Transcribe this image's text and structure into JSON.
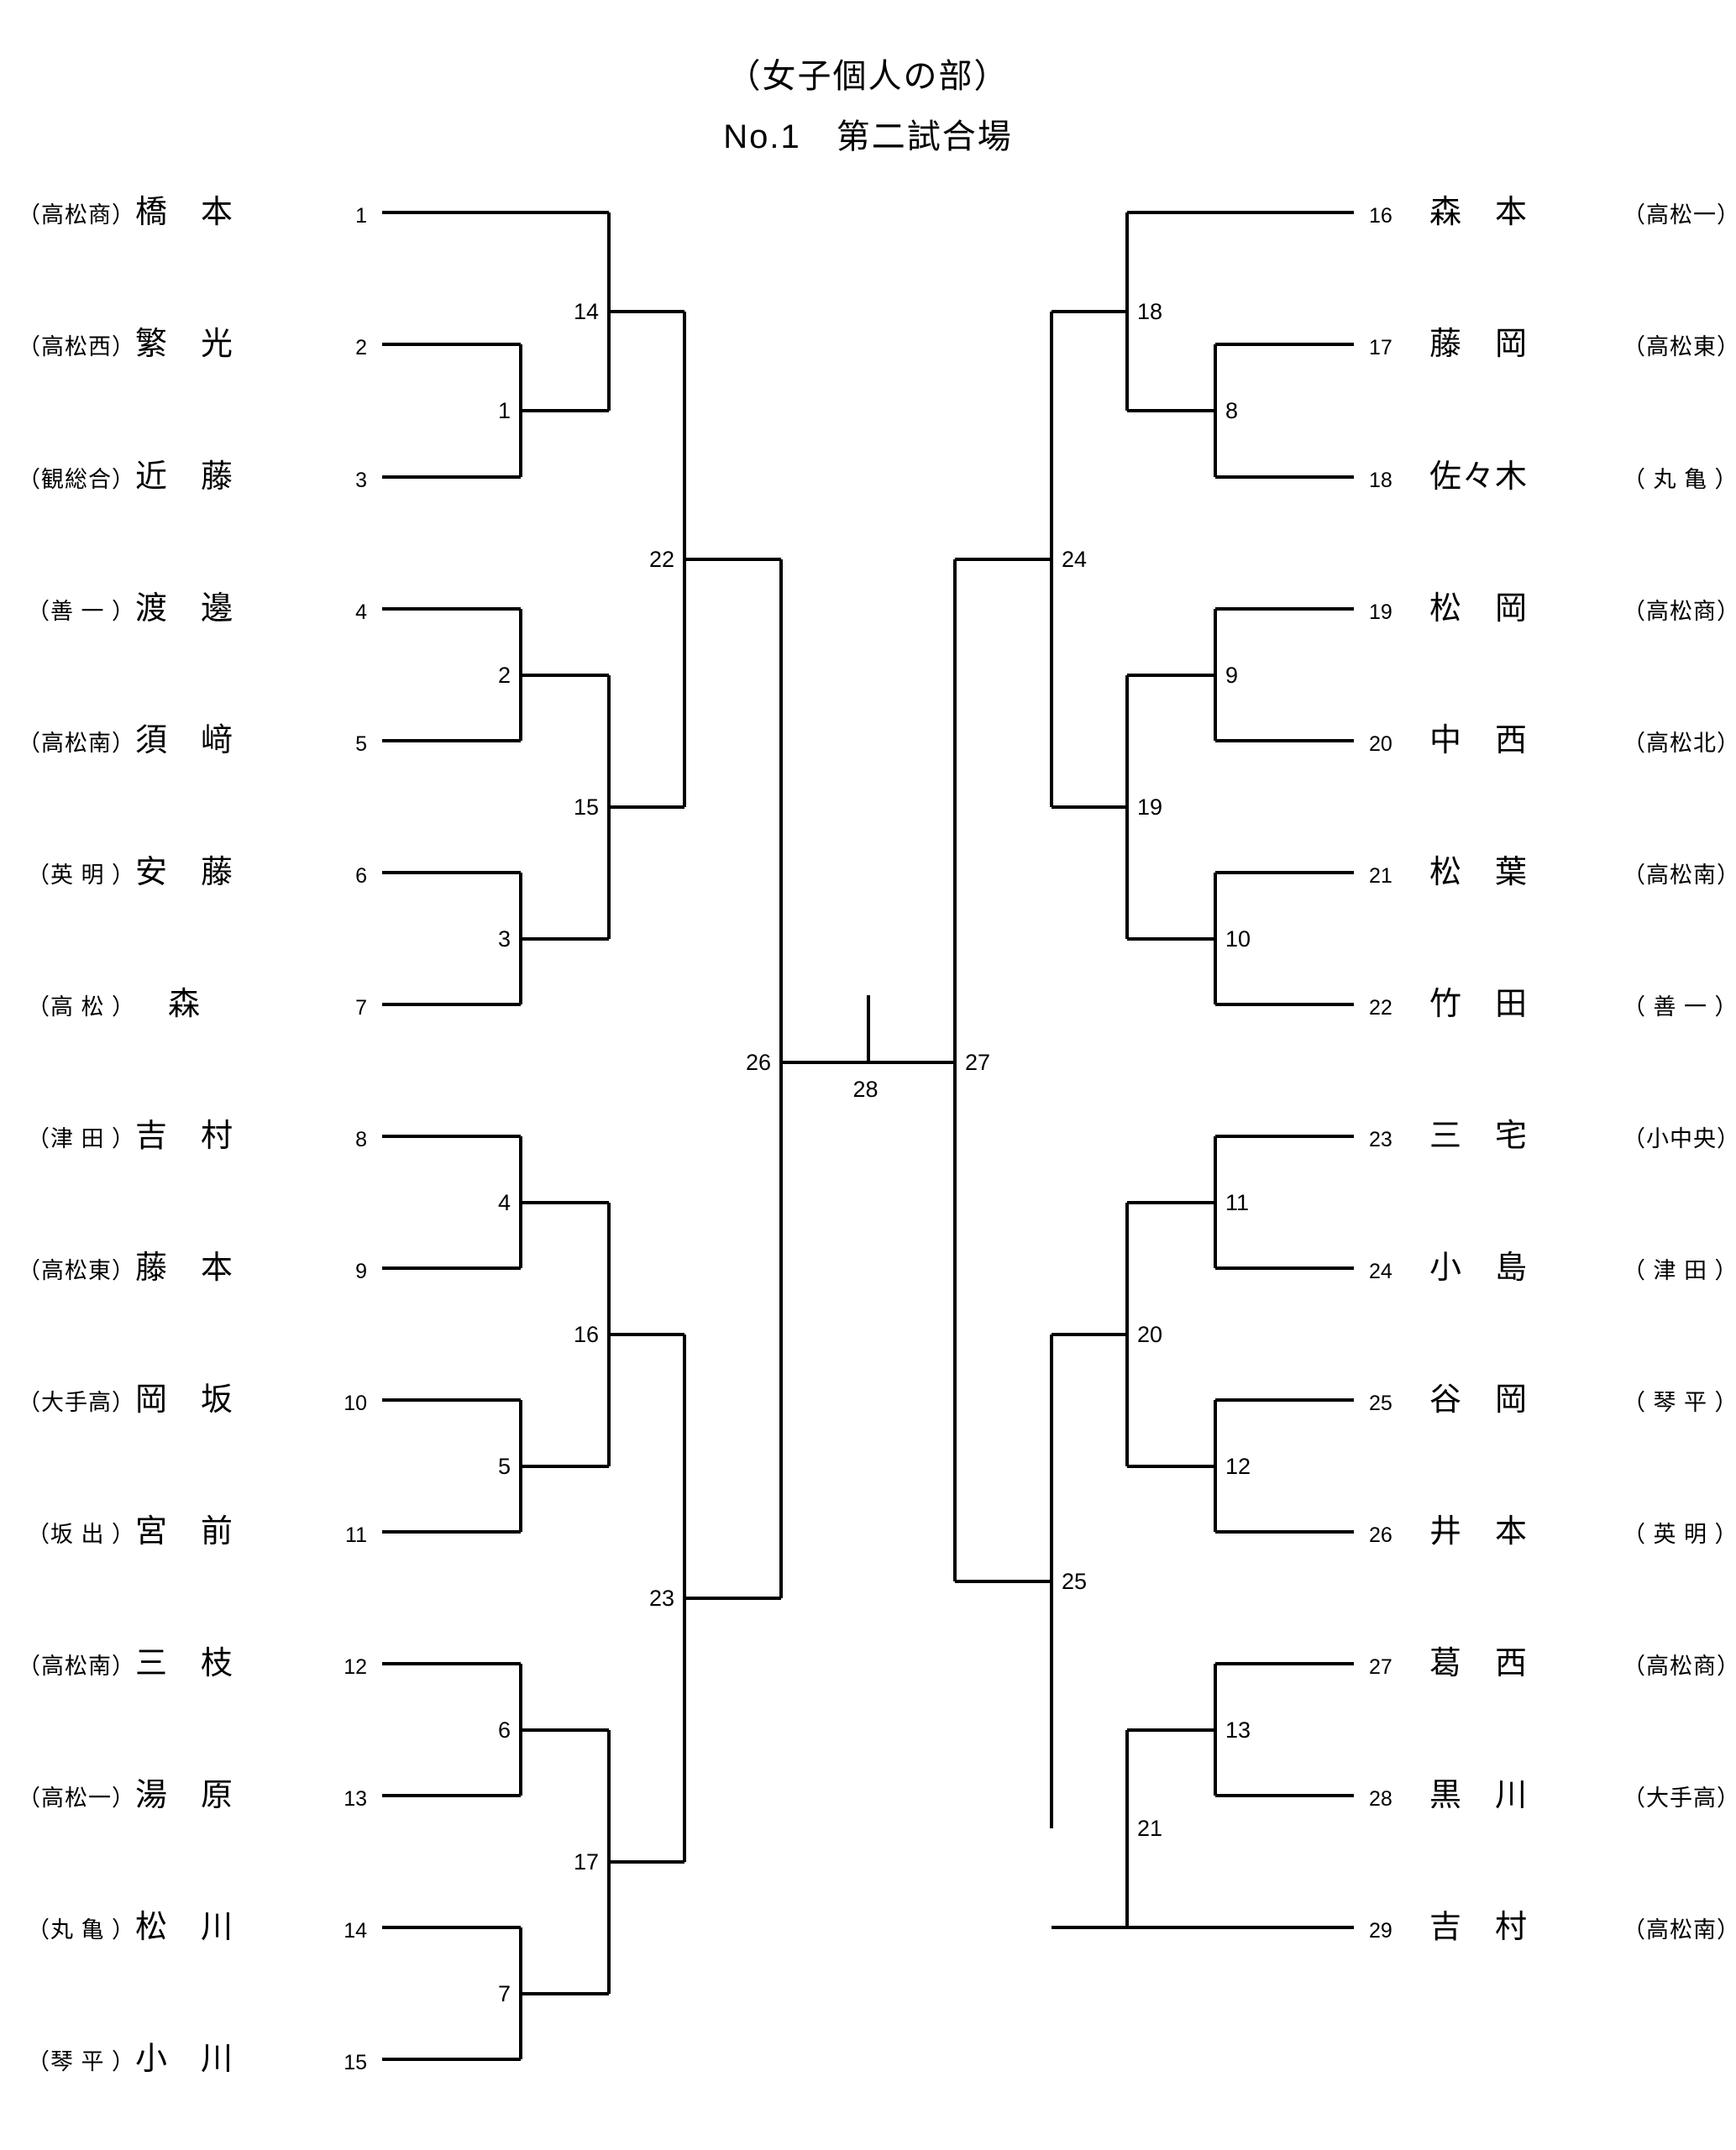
{
  "title": {
    "line1": "（女子個人の部）",
    "line2": "No.1　第二試合場"
  },
  "bracket": {
    "left_entries": [
      {
        "no": "1",
        "affiliation": "（高松商）",
        "name": "橋　本"
      },
      {
        "no": "2",
        "affiliation": "（高松西）",
        "name": "繁　光"
      },
      {
        "no": "3",
        "affiliation": "（観総合）",
        "name": "近　藤"
      },
      {
        "no": "4",
        "affiliation": "（善 一 ）",
        "name": "渡　邊"
      },
      {
        "no": "5",
        "affiliation": "（高松南）",
        "name": "須　﨑"
      },
      {
        "no": "6",
        "affiliation": "（英 明 ）",
        "name": "安　藤"
      },
      {
        "no": "7",
        "affiliation": "（高 松 ）",
        "name": "　森"
      },
      {
        "no": "8",
        "affiliation": "（津 田 ）",
        "name": "吉　村"
      },
      {
        "no": "9",
        "affiliation": "（高松東）",
        "name": "藤　本"
      },
      {
        "no": "10",
        "affiliation": "（大手高）",
        "name": "岡　坂"
      },
      {
        "no": "11",
        "affiliation": "（坂 出 ）",
        "name": "宮　前"
      },
      {
        "no": "12",
        "affiliation": "（高松南）",
        "name": "三　枝"
      },
      {
        "no": "13",
        "affiliation": "（高松一）",
        "name": "湯　原"
      },
      {
        "no": "14",
        "affiliation": "（丸 亀 ）",
        "name": "松　川"
      },
      {
        "no": "15",
        "affiliation": "（琴 平 ）",
        "name": "小　川"
      }
    ],
    "right_entries": [
      {
        "no": "16",
        "name": "森　本",
        "affiliation": "（高松一）"
      },
      {
        "no": "17",
        "name": "藤　岡",
        "affiliation": "（高松東）"
      },
      {
        "no": "18",
        "name": "佐々木",
        "affiliation": "（ 丸 亀 ）"
      },
      {
        "no": "19",
        "name": "松　岡",
        "affiliation": "（高松商）"
      },
      {
        "no": "20",
        "name": "中　西",
        "affiliation": "（高松北）"
      },
      {
        "no": "21",
        "name": "松　葉",
        "affiliation": "（高松南）"
      },
      {
        "no": "22",
        "name": "竹　田",
        "affiliation": "（ 善 一 ）"
      },
      {
        "no": "23",
        "name": "三　宅",
        "affiliation": "（小中央）"
      },
      {
        "no": "24",
        "name": "小　島",
        "affiliation": "（ 津 田 ）"
      },
      {
        "no": "25",
        "name": "谷　岡",
        "affiliation": "（ 琴 平 ）"
      },
      {
        "no": "26",
        "name": "井　本",
        "affiliation": "（ 英 明 ）"
      },
      {
        "no": "27",
        "name": "葛　西",
        "affiliation": "（高松商）"
      },
      {
        "no": "28",
        "name": "黒　川",
        "affiliation": "（大手高）"
      },
      {
        "no": "29",
        "name": "吉　村",
        "affiliation": "（高松南）"
      }
    ],
    "match_numbers": {
      "m1": "1",
      "m2": "2",
      "m3": "3",
      "m4": "4",
      "m5": "5",
      "m6": "6",
      "m7": "7",
      "m8": "8",
      "m9": "9",
      "m10": "10",
      "m11": "11",
      "m12": "12",
      "m13": "13",
      "m14": "14",
      "m15": "15",
      "m16": "16",
      "m17": "17",
      "m18": "18",
      "m19": "19",
      "m20": "20",
      "m21": "21",
      "m22": "22",
      "m23": "23",
      "m24": "24",
      "m25": "25",
      "m26": "26",
      "m27": "27",
      "m28": "28"
    }
  }
}
